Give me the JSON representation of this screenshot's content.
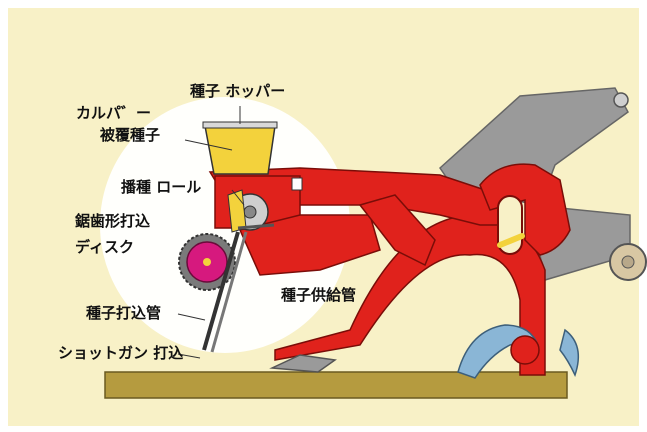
{
  "labels": {
    "hopper": "種子 ホッパー",
    "calper_line1": "カルパ゛ー",
    "calper_line2": "被覆種子",
    "seed_roll": "播種 ロール",
    "disk_line1": "鋸歯形打込",
    "disk_line2": "ディスク",
    "supply_tube": "種子供給管",
    "drive_tube": "種子打込管",
    "shotgun": "ショットガン 打込"
  },
  "colors": {
    "background": "#f8f1c7",
    "frame_red": "#e0221c",
    "dark_red": "#a8150f",
    "steel_gray": "#9a9a9a",
    "seed_yellow": "#f3d23c",
    "disk_magenta": "#d6197e",
    "soil": "#b59b3f",
    "blue_tine": "#8ab6d6"
  }
}
